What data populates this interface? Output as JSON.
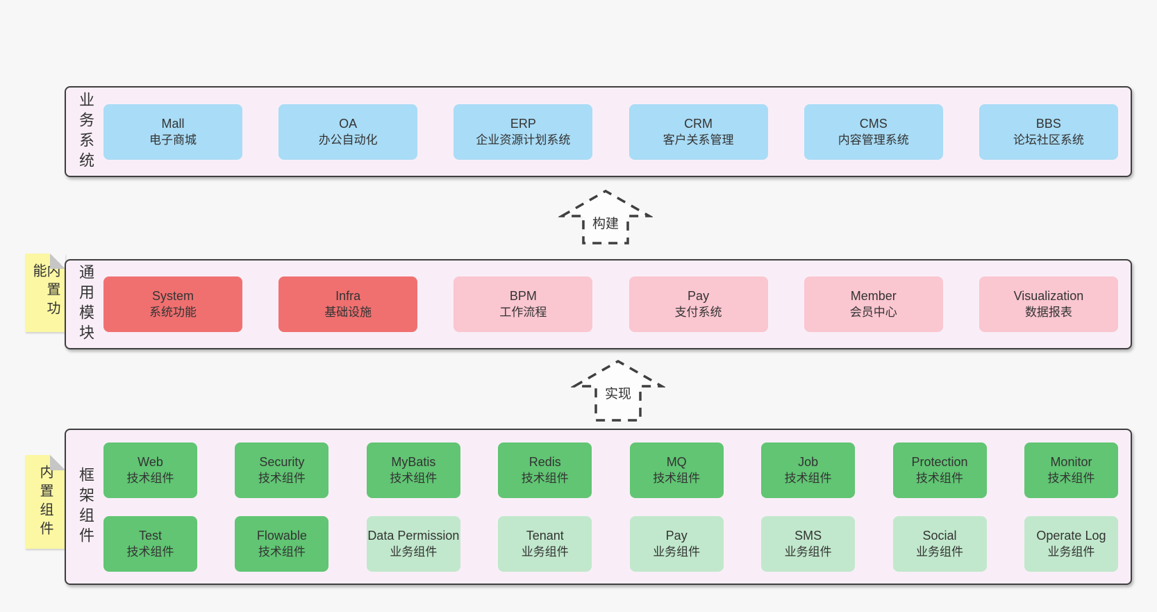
{
  "colors": {
    "pageBg": "#f7f7f7",
    "panelBg": "#f9eef7",
    "panelBorder": "#3f3f3f",
    "blue": "#a9dcf6",
    "red": "#f07070",
    "pink": "#fac6d0",
    "green": "#61c573",
    "lightgreen": "#c1e8cc",
    "yellow": "#fbf7a3",
    "fold": "#c6c6c6",
    "ink": "#333333",
    "arrowFill": "#fdfdfd"
  },
  "sections": {
    "business": {
      "label": "业务系统",
      "items": [
        {
          "name": "Mall",
          "desc": "电子商城",
          "type": "blue"
        },
        {
          "name": "OA",
          "desc": "办公自动化",
          "type": "blue"
        },
        {
          "name": "ERP",
          "desc": "企业资源计划系统",
          "type": "blue"
        },
        {
          "name": "CRM",
          "desc": "客户关系管理",
          "type": "blue"
        },
        {
          "name": "CMS",
          "desc": "内容管理系统",
          "type": "blue"
        },
        {
          "name": "BBS",
          "desc": "论坛社区系统",
          "type": "blue"
        }
      ]
    },
    "modules": {
      "label": "通用模块",
      "tag": "内置功能",
      "items": [
        {
          "name": "System",
          "desc": "系统功能",
          "type": "red"
        },
        {
          "name": "Infra",
          "desc": "基础设施",
          "type": "red"
        },
        {
          "name": "BPM",
          "desc": "工作流程",
          "type": "pink"
        },
        {
          "name": "Pay",
          "desc": "支付系统",
          "type": "pink"
        },
        {
          "name": "Member",
          "desc": "会员中心",
          "type": "pink"
        },
        {
          "name": "Visualization",
          "desc": "数据报表",
          "type": "pink"
        }
      ]
    },
    "framework": {
      "label": "框架组件",
      "tag": "内置组件",
      "rows": [
        [
          {
            "name": "Web",
            "desc": "技术组件",
            "type": "green"
          },
          {
            "name": "Security",
            "desc": "技术组件",
            "type": "green"
          },
          {
            "name": "MyBatis",
            "desc": "技术组件",
            "type": "green"
          },
          {
            "name": "Redis",
            "desc": "技术组件",
            "type": "green"
          },
          {
            "name": "MQ",
            "desc": "技术组件",
            "type": "green"
          },
          {
            "name": "Job",
            "desc": "技术组件",
            "type": "green"
          },
          {
            "name": "Protection",
            "desc": "技术组件",
            "type": "green"
          },
          {
            "name": "Monitor",
            "desc": "技术组件",
            "type": "green"
          }
        ],
        [
          {
            "name": "Test",
            "desc": "技术组件",
            "type": "green"
          },
          {
            "name": "Flowable",
            "desc": "技术组件",
            "type": "green"
          },
          {
            "name": "Data Permission",
            "desc": "业务组件",
            "type": "lightgreen"
          },
          {
            "name": "Tenant",
            "desc": "业务组件",
            "type": "lightgreen"
          },
          {
            "name": "Pay",
            "desc": "业务组件",
            "type": "lightgreen"
          },
          {
            "name": "SMS",
            "desc": "业务组件",
            "type": "lightgreen"
          },
          {
            "name": "Social",
            "desc": "业务组件",
            "type": "lightgreen"
          },
          {
            "name": "Operate Log",
            "desc": "业务组件",
            "type": "lightgreen"
          }
        ]
      ]
    }
  },
  "arrows": [
    {
      "label": "构建"
    },
    {
      "label": "实现"
    }
  ]
}
